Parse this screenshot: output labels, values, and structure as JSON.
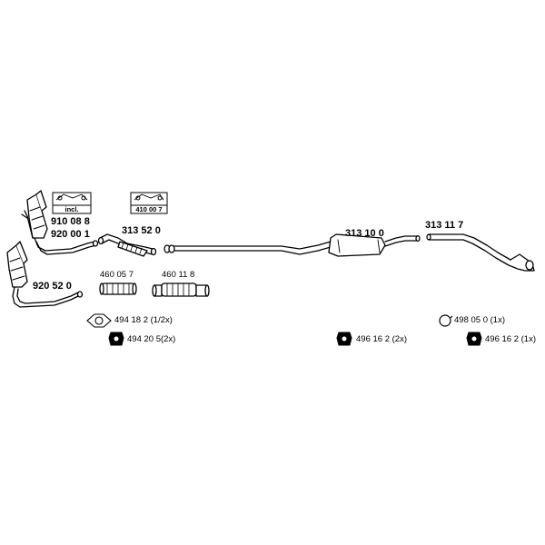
{
  "parts": {
    "catalyst_upper": "910 08 8",
    "catalyst_upper_b": "920 00 1",
    "catalyst_lower": "920 52 0",
    "front_pipe": "313 52 0",
    "flex_pipe_a": "460 05 7",
    "flex_pipe_b": "460 11 8",
    "middle_silencer": "313 10 0",
    "rear_silencer": "313 11 7",
    "gasket_a": "494 18 2",
    "gasket_a_qty": "(1/2x)",
    "rubber_mount_a": "494 20 5",
    "rubber_mount_a_qty": "(2x)",
    "rubber_mount_b": "496 16 2",
    "rubber_mount_b_qty": "(2x)",
    "ring_c": "498 05 0",
    "ring_c_qty": "(1x)",
    "rubber_mount_d": "496 16 2",
    "rubber_mount_d_qty": "(1x)"
  },
  "kits": {
    "kit_incl_label": "incl.",
    "kit_b_label": "410 00 7"
  },
  "icons": {
    "gasket": "gasket-icon",
    "rubber_mount": "rubber-mount-icon",
    "ring": "ring-icon",
    "mounting_kit": "mounting-kit-icon"
  }
}
